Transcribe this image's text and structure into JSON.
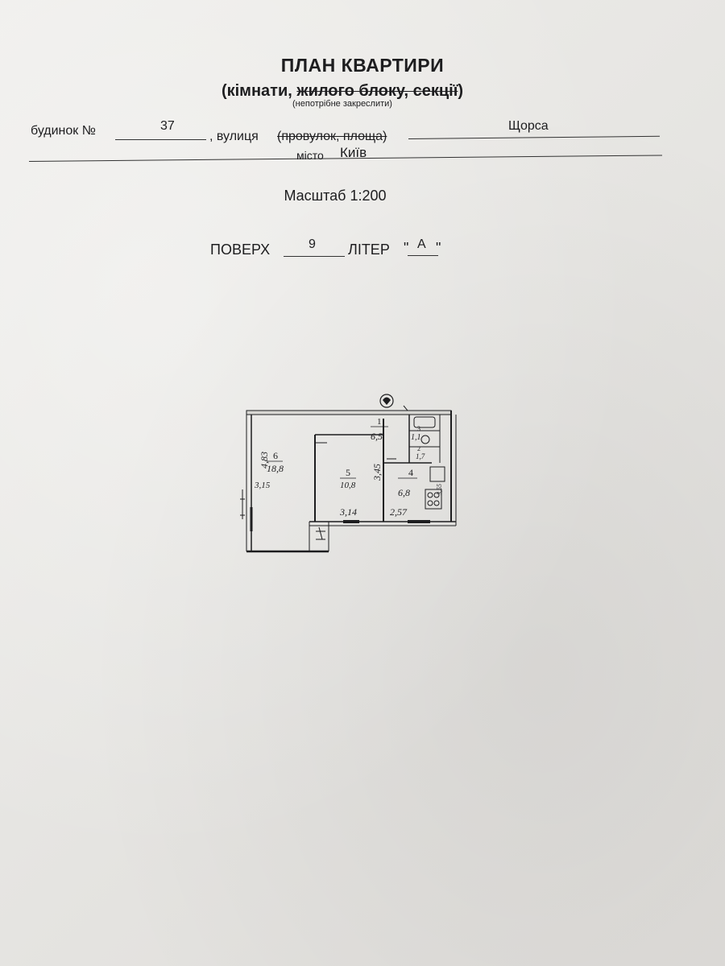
{
  "header": {
    "title": "ПЛАН КВАРТИРИ",
    "subtitle_part1": "(кімнати, ",
    "subtitle_struck": "жилого блоку, секції",
    "subtitle_part2": ")",
    "note": "(непотрібне закреслити)"
  },
  "address": {
    "house_label": "будинок №",
    "house_number": "37",
    "street_label": ", вулиця",
    "street_struck": "(провулок, площа)",
    "street_name": "Щорса",
    "city_label": "місто",
    "city_name": "Київ"
  },
  "scale": {
    "text": "Масштаб 1:200"
  },
  "floor": {
    "floor_label": "ПОВЕРХ",
    "floor_number": "9",
    "letter_label": "ЛІТЕР",
    "letter_open": "\"",
    "letter_value": "А",
    "letter_close": "\""
  },
  "plan": {
    "rooms": [
      {
        "number": "6",
        "area": "18,8"
      },
      {
        "number": "5",
        "area": "10,8"
      },
      {
        "number": "4",
        "area": "6,8"
      },
      {
        "number": "1",
        "area": "6,5"
      },
      {
        "number": "3",
        "area": "1,1"
      },
      {
        "number": "2",
        "area": "1,7"
      }
    ],
    "dimensions": {
      "room6_length": "4,83",
      "room6_width": "3,15",
      "room5_length": "3,45",
      "room5_width": "3,14",
      "kitchen_width": "2,57",
      "kitchen_length": "3,55"
    }
  }
}
